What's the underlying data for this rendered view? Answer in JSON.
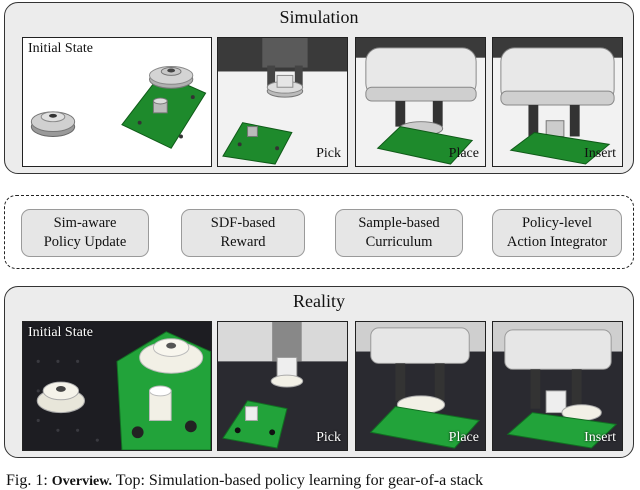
{
  "simulation": {
    "title": "Simulation",
    "frames": [
      {
        "label": "Initial State"
      },
      {
        "label": "Pick"
      },
      {
        "label": "Place"
      },
      {
        "label": "Insert"
      }
    ]
  },
  "modules": [
    {
      "line1": "Sim-aware",
      "line2": "Policy Update"
    },
    {
      "line1": "SDF-based",
      "line2": "Reward"
    },
    {
      "line1": "Sample-based",
      "line2": "Curriculum"
    },
    {
      "line1": "Policy-level",
      "line2": "Action Integrator"
    }
  ],
  "reality": {
    "title": "Reality",
    "frames": [
      {
        "label": "Initial State"
      },
      {
        "label": "Pick"
      },
      {
        "label": "Place"
      },
      {
        "label": "Insert"
      }
    ]
  },
  "caption": {
    "prefix": "Fig. 1:",
    "bold": "Overview.",
    "text": "Top: Simulation-based policy learning for gear-of-a stack"
  }
}
